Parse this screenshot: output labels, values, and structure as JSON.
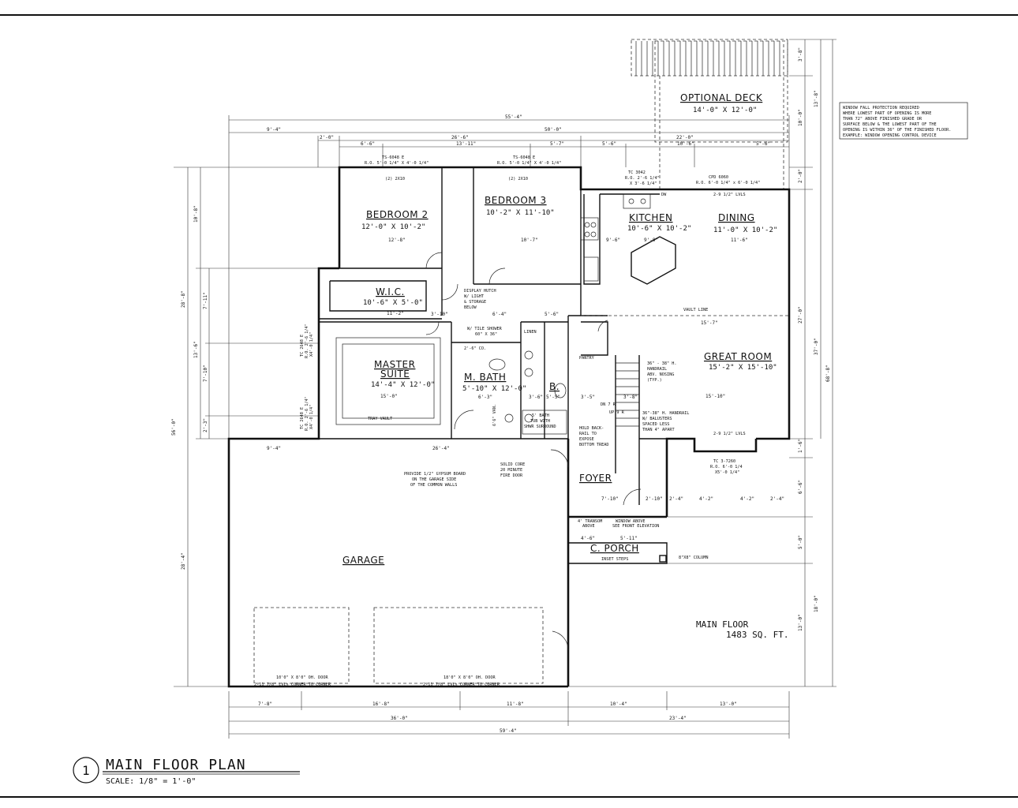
{
  "rooms": {
    "bedroom2": {
      "label": "BEDROOM 2",
      "size": "12'-0\" X 10'-2\""
    },
    "bedroom3": {
      "label": "BEDROOM 3",
      "size": "10'-2\" X 11'-10\""
    },
    "kitchen": {
      "label": "KITCHEN",
      "size": "10'-6\" X 10'-2\""
    },
    "dining": {
      "label": "DINING",
      "size": "11'-0\" X 10'-2\""
    },
    "wic": {
      "label": "W.I.C.",
      "size": "10'-6\" X 5'-0\""
    },
    "master": {
      "label1": "MASTER",
      "label2": "SUITE",
      "size": "14'-4\" X 12'-0\""
    },
    "mbath": {
      "label": "M. BATH",
      "size": "5'-10\" X 12'-0\""
    },
    "bath": {
      "label": "B."
    },
    "greatroom": {
      "label": "GREAT ROOM",
      "size": "15'-2\" X 15'-10\""
    },
    "foyer": {
      "label": "FOYER"
    },
    "cporch": {
      "label": "C. PORCH"
    },
    "garage": {
      "label": "GARAGE"
    },
    "deck": {
      "label": "OPTIONAL DECK",
      "size": "14'-0\" X 12'-0\""
    },
    "pantry": {
      "label": "PANTRY"
    },
    "linen": {
      "label": "LINEN"
    }
  },
  "notes": {
    "fall1": "WINDOW FALL PROTECTION REQUIRED",
    "fall2": "WHERE LOWEST PART OF OPENING IS MORE",
    "fall3": "THAN 72\" ABOVE FINISHED GRADE OR",
    "fall4": "SURFACE BELOW & THE LOWEST PART OF THE",
    "fall5": "OPENING IS WITHIN 36\" OF THE FINISHED FLOOR.",
    "fall6": "EXAMPLE: WINDOW OPENING CONTROL DEVICE",
    "gyp1": "PROVIDE 1/2\" GYPSUM BOARD",
    "gyp2": "ON THE GARAGE SIDE",
    "gyp3": "OF THE COMMON WALLS",
    "solid1": "SOLID CORE",
    "solid2": "20 MINUTE",
    "solid3": "FIRE DOOR",
    "hutch1": "DISPLAY HUTCH",
    "hutch2": "W/ LIGHT",
    "hutch3": "& STORAGE",
    "hutch4": "BELOW",
    "hold1": "HOLD BACK-",
    "hold2": "RAIL TO",
    "hold3": "EXPOSE",
    "hold4": "BOTTOM TREAD",
    "hand1": "36\" - 38\" H.",
    "hand2": "HANDRAIL",
    "hand3": "ABV. NOSING",
    "hand4": "(TYP.)",
    "bal1": "36\"-38\" H. HANDRAIL",
    "bal2": "W/ BALUSTERS",
    "bal3": "SPACED LESS",
    "bal4": "THAN 4\" APART",
    "shower": "W/ TILE SHOWER",
    "shower_size": "60\" X 36\"",
    "bathtub1": "5' BATH",
    "bathtub2": "TUB WITH",
    "bathtub3": "SHWR SURROUND",
    "vault": "VAULT LINE",
    "tray": "TRAY VAULT",
    "transom1": "4' TRANSOM",
    "transom2": "ABOVE",
    "winabove1": "WINDOW ABOVE",
    "winabove2": "SEE FRONT ELEVATION",
    "steps": "INSET STEPS",
    "column": "8\"X8\" COLUMN",
    "ohdoor": "10'0\" X 8'0\" OH. DOOR",
    "ohdoor2": "18'0\" X 8'0\" OH. DOOR",
    "lvl1": "2-11 7/8\" LVLs CORNER TO CORNER",
    "lvl2": "2-11 7/8\" LVLs CORNER TO CORNER",
    "dn": "DN 7 R",
    "up": "UP 9 R",
    "van": "6'6\" VAN.",
    "co": "2'-6\" CO.",
    "dw": "DW",
    "cpd": "CPD 6060",
    "cpd_ro": "R.O. 6'-0 1/4\" x 6'-0 1/4\"",
    "tc3042": "TC 3042",
    "tc3042_ro": "R.O. 2'-6 1/4\"",
    "tc3042_ro2": "X 3'-6 1/4\"",
    "ts_b2": "TS-6048 E",
    "ts_b2_ro": "R.O. 5'-0 1/4\" X 4'-0 1/4\"",
    "ts_b3": "TS-6048 E",
    "ts_b3_ro": "R.O. 5'-0 1/4\" X 4'-0 1/4\"",
    "hdr_b2": "(2) 2X10",
    "hdr_b3": "(2) 2X10",
    "lvl_din": "2-9 1/2\" LVLS",
    "lvl_gr": "2-9 1/2\" LVLS",
    "tc_gr": "TC 3-7260",
    "tc_gr_ro": "R.O. 6'-0 1/4",
    "tc_gr_ro2": "X5'-0 1/4\"",
    "tc_ms1": "TC 2648 E",
    "tc_ms1_ro": "R.O. 2'-6 1/4\"",
    "tc_ms1_ro2": "X4'-0 1/4\"",
    "tc_ms2": "TC 2648 E",
    "tc_ms2_ro": "R.O. 2'-6 1/4\"",
    "tc_ms2_ro2": "X4'-0 1/4\""
  },
  "dims": {
    "top_total": "55'-4\"",
    "top_9_4": "9'-4\"",
    "top_50": "50'-0\"",
    "top_2": "2'-0\"",
    "top_26_6": "26'-6\"",
    "top_22": "22'-0\"",
    "top_6_6": "6'-6\"",
    "top_13_11": "13'-11\"",
    "top_5_7": "5'-7\"",
    "top_5_6a": "5'-6\"",
    "top_10_6": "10'-6\"",
    "top_5_6b": "5'-6\"",
    "bot_7_8": "7'-8\"",
    "bot_16_8": "16'-8\"",
    "bot_11_8": "11'-8\"",
    "bot_10_4": "10'-4\"",
    "bot_13_0": "13'-0\"",
    "bot_36": "36'-0\"",
    "bot_23_4": "23'-4\"",
    "bot_total": "59'-4\"",
    "l_10_8": "10'-8\"",
    "l_7_11": "7'-11\"",
    "l_13_6": "13'-6\"",
    "l_7_10": "7'-10\"",
    "l_2_3": "2'-3\"",
    "l_28_8": "28'-8\"",
    "l_56": "56'-0\"",
    "l_28_4": "28'-4\"",
    "r_3_8": "3'-8\"",
    "r_13_8": "13'-8\"",
    "r_10_0": "10'-0\"",
    "r_2_0": "2'-0\"",
    "r_27_0": "27'-0\"",
    "r_37_0": "37'-0\"",
    "r_68_8": "68'-8\"",
    "r_1_6": "1'-6\"",
    "r_6_6": "6'-6\"",
    "r_5_0": "5'-0\"",
    "r_18_0": "18'-0\"",
    "r_13_0": "13'-0\"",
    "g_9_4": "9'-4\"",
    "g_26_4": "26'-4\"",
    "b2_12_8": "12'-8\"",
    "b3_10_7": "10'-7\"",
    "din_11_6": "11'-6\"",
    "k_9_6": "9'-6\"",
    "k_9_0": "9'-0\"",
    "wic_11_2": "11'-2\"",
    "ms_15_0": "15'-0\"",
    "gr_15_7": "15'-7\"",
    "gr_15_10": "15'-10\"",
    "f_4_6": "4'-6\"",
    "f_5_11": "5'-11\"",
    "f_7_10": "7'-10\"",
    "f_2_10": "2'-10\"",
    "gr_4_2a": "4'-2\"",
    "gr_4_2b": "4'-2\"",
    "gr_2_4a": "2'-4\"",
    "gr_2_4b": "2'-4\"",
    "hall_3_10": "3'-10\"",
    "hall_5_6": "5'-6\"",
    "hall_6_4": "6'-4\"",
    "mb_6_3": "6'-3\"",
    "mb_3_6": "3'-6\"",
    "st_3_5": "3'-5\"",
    "st_3_8": "3'-8\"",
    "st_5_5": "5'-5\""
  },
  "area": {
    "line1": "MAIN FLOOR",
    "line2": "1483 SQ. FT."
  },
  "title": {
    "number": "1",
    "name": "MAIN FLOOR PLAN",
    "scale": "SCALE:  1/8\" = 1'-0\""
  }
}
